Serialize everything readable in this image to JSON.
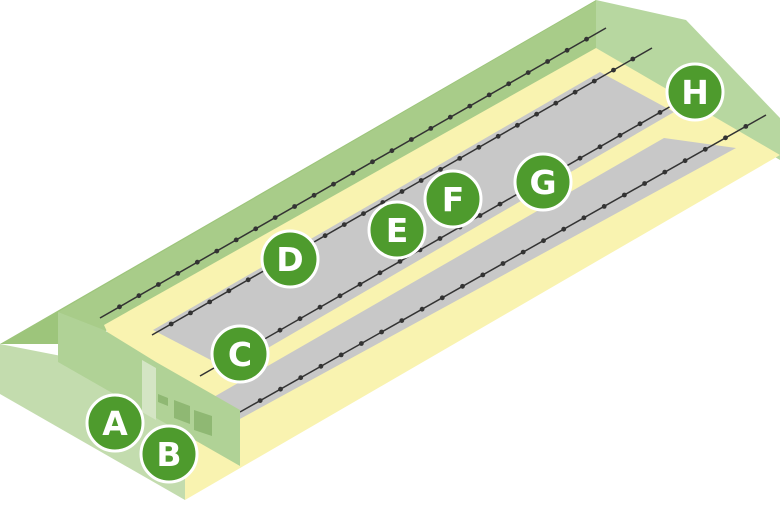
{
  "colors": {
    "roof_green": "#9dc57b",
    "wall_green": "#b7d7a0",
    "wall_green_light": "#c3dcae",
    "floor_yellow": "#f9f3b0",
    "slab_gray": "#c8c8c8",
    "marker_fill": "#4e9b2d",
    "marker_stroke": "#ffffff",
    "line_dark": "#333333",
    "box_green": "#8fb873"
  },
  "markers": [
    {
      "id": "A",
      "label": "A"
    },
    {
      "id": "B",
      "label": "B"
    },
    {
      "id": "C",
      "label": "C"
    },
    {
      "id": "D",
      "label": "D"
    },
    {
      "id": "E",
      "label": "E"
    },
    {
      "id": "F",
      "label": "F"
    },
    {
      "id": "G",
      "label": "G"
    },
    {
      "id": "H",
      "label": "H"
    }
  ]
}
